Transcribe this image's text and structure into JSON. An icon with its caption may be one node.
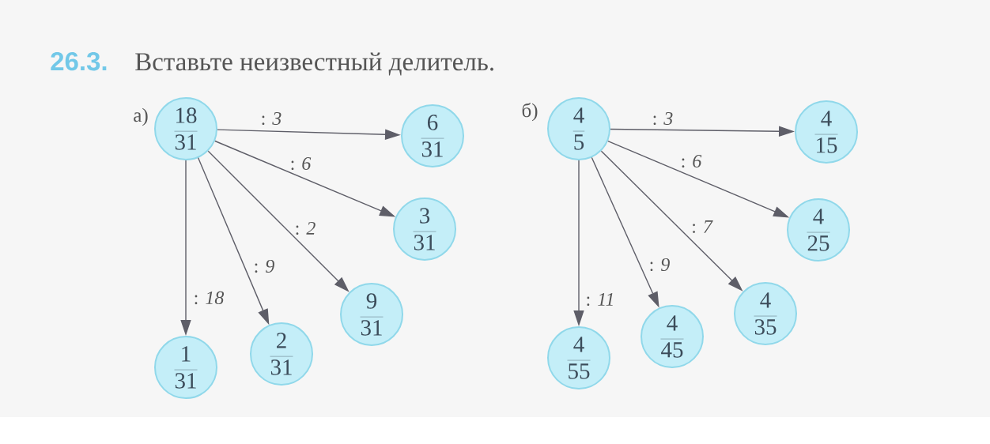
{
  "diagram": {
    "title": "Вставьте неизвестный делитель.",
    "nodes": [
      {
        "text": [
          "\\frac{18}{31}"
        ]
      },
      {
        "text": [
          "\\frac{6}{31}"
        ]
      },
      {
        "text": [
          "\\frac{3}{31}"
        ]
      },
      {
        "text": [
          "\\frac{9}{31}"
        ]
      },
      {
        "text": [
          "\\frac{2}{31}"
        ]
      },
      {
        "text": [
          "\\frac{1}{31}"
        ]
      },
      {
        "text": [
          "\\frac{4}{5}"
        ]
      },
      {
        "text": [
          "\\frac{4}{15}"
        ]
      },
      {
        "text": [
          "\\frac{4}{25}"
        ]
      },
      {
        "text": [
          "\\frac{4}{35}"
        ]
      },
      {
        "text": [
          "\\frac{4}{45}"
        ]
      },
      {
        "text": [
          "\\frac{4}{55}"
        ]
      }
    ],
    "edges": [
      {
        "from": 0,
        "to": 1,
        "arrow": "to",
        "label": ": *3*"
      },
      {
        "from": 0,
        "to": 2,
        "arrow": "to",
        "label": ": *6*"
      },
      {
        "from": 0,
        "to": 3,
        "arrow": "to",
        "label": ": *2*"
      },
      {
        "from": 0,
        "to": 4,
        "arrow": "to",
        "label": ": *9*"
      },
      {
        "from": 0,
        "to": 5,
        "arrow": "to",
        "label": ": *18*"
      },
      {
        "from": 6,
        "to": 7,
        "arrow": "to",
        "label": ": *3*"
      },
      {
        "from": 6,
        "to": 8,
        "arrow": "to",
        "label": ": *6*"
      },
      {
        "from": 6,
        "to": 9,
        "arrow": "to",
        "label": ": *7*"
      },
      {
        "from": 6,
        "to": 10,
        "arrow": "to",
        "label": ": *9*"
      },
      {
        "from": 6,
        "to": 11,
        "arrow": "to",
        "label": ": *11*"
      }
    ],
    "labels": [
      "26.3.",
      "а)",
      "б)"
    ]
  }
}
